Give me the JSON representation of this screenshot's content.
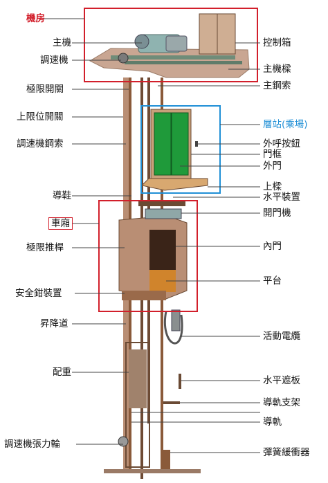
{
  "colors": {
    "machine_room_box": "#d21f2b",
    "landing_box": "#1f8fd6",
    "car_box": "#d21f2b",
    "shaft_brown": "#8a5a3a",
    "platform": "#b99a86",
    "door_green": "#1f9a3a",
    "leader_line": "#444444"
  },
  "labels": {
    "machine_room": "機房",
    "traction_machine": "主機",
    "governor": "調速機",
    "control_box": "控制箱",
    "machine_beam": "主機樑",
    "main_rope": "主鋼索",
    "limit_switch": "極限開關",
    "upper_limit_switch": "上限位開關",
    "governor_rope": "調速機鋼索",
    "landing": "層站(乘場)",
    "hall_button": "外呼按鈕",
    "door_frame": "門框",
    "hall_door": "外門",
    "upper_beam": "上樑",
    "guide_shoe": "導鞋",
    "leveling_device": "水平裝置",
    "car": "車廂",
    "door_operator": "開門機",
    "limit_push_rod": "極限推桿",
    "car_door": "內門",
    "platform": "平台",
    "safety_gear": "安全鉗裝置",
    "hoistway": "昇降道",
    "traveling_cable": "活動電纜",
    "counterweight": "配重",
    "toe_guard": "水平遮板",
    "rail_bracket": "導軌支架",
    "guide_rail": "導軌",
    "governor_tension_pulley": "調速機張力輪",
    "buffer": "彈簧緩衝器"
  }
}
